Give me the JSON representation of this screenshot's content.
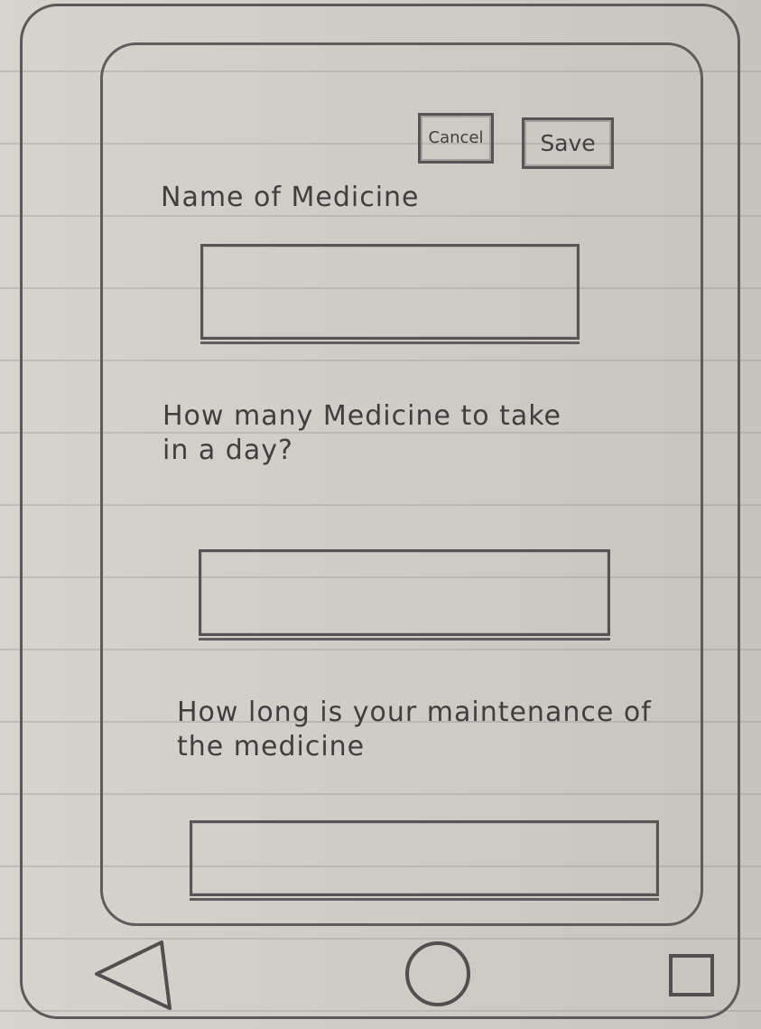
{
  "header": {
    "cancel_label": "Cancel",
    "save_label": "Save"
  },
  "form": {
    "medicine_name_label": "Name of Medicine",
    "medicine_count_label": "How many Medicine to take in a day?",
    "maintenance_label": "How long is your maintenance of the medicine",
    "medicine_name_value": "",
    "medicine_count_value": "",
    "maintenance_value": ""
  },
  "navigation": {
    "back_icon": "back-triangle-icon",
    "home_icon": "home-circle-icon",
    "recent_icon": "recent-square-icon"
  }
}
